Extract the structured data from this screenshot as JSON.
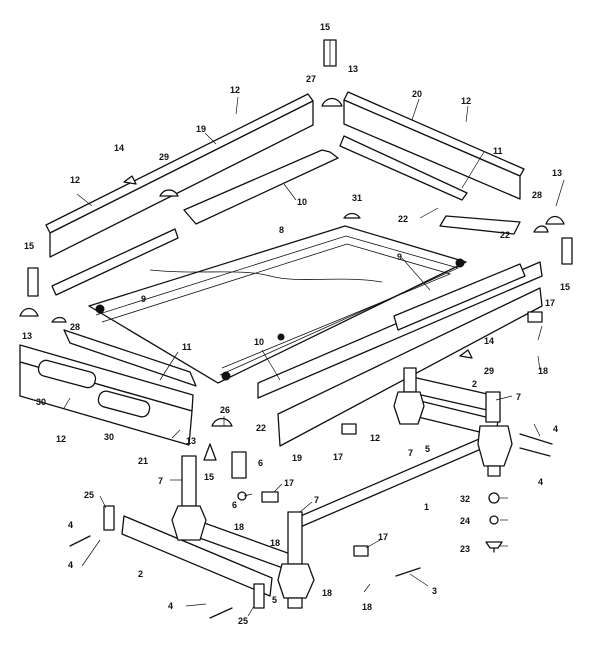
{
  "callouts": [
    {
      "id": "c15a",
      "text": "15"
    },
    {
      "id": "c13a",
      "text": "13"
    },
    {
      "id": "c27",
      "text": "27"
    },
    {
      "id": "c12a",
      "text": "12"
    },
    {
      "id": "c20",
      "text": "20"
    },
    {
      "id": "c12b",
      "text": "12"
    },
    {
      "id": "c19a",
      "text": "19"
    },
    {
      "id": "c14a",
      "text": "14"
    },
    {
      "id": "c29a",
      "text": "29"
    },
    {
      "id": "c11a",
      "text": "11"
    },
    {
      "id": "c12c",
      "text": "12"
    },
    {
      "id": "c10a",
      "text": "10"
    },
    {
      "id": "c13b",
      "text": "13"
    },
    {
      "id": "c31",
      "text": "31"
    },
    {
      "id": "c28a",
      "text": "28"
    },
    {
      "id": "c22a",
      "text": "22"
    },
    {
      "id": "c22b",
      "text": "22"
    },
    {
      "id": "c8",
      "text": "8"
    },
    {
      "id": "c15b",
      "text": "15"
    },
    {
      "id": "c9a",
      "text": "9"
    },
    {
      "id": "c15c",
      "text": "15"
    },
    {
      "id": "c9b",
      "text": "9"
    },
    {
      "id": "c17a",
      "text": "17"
    },
    {
      "id": "c28b",
      "text": "28"
    },
    {
      "id": "c13c",
      "text": "13"
    },
    {
      "id": "c11b",
      "text": "11"
    },
    {
      "id": "c10b",
      "text": "10"
    },
    {
      "id": "c14b",
      "text": "14"
    },
    {
      "id": "c18a",
      "text": "18"
    },
    {
      "id": "c29b",
      "text": "29"
    },
    {
      "id": "c2a",
      "text": "2"
    },
    {
      "id": "c7a",
      "text": "7"
    },
    {
      "id": "c30a",
      "text": "30"
    },
    {
      "id": "c12d",
      "text": "12"
    },
    {
      "id": "c30b",
      "text": "30"
    },
    {
      "id": "c26",
      "text": "26"
    },
    {
      "id": "c22c",
      "text": "22"
    },
    {
      "id": "c12e",
      "text": "12"
    },
    {
      "id": "c7b",
      "text": "7"
    },
    {
      "id": "c5a",
      "text": "5"
    },
    {
      "id": "c4a",
      "text": "4"
    },
    {
      "id": "c21",
      "text": "21"
    },
    {
      "id": "c13d",
      "text": "13"
    },
    {
      "id": "c19b",
      "text": "19"
    },
    {
      "id": "c17b",
      "text": "17"
    },
    {
      "id": "c4b",
      "text": "4"
    },
    {
      "id": "c6a",
      "text": "6"
    },
    {
      "id": "c15d",
      "text": "15"
    },
    {
      "id": "c7c",
      "text": "7"
    },
    {
      "id": "c6b",
      "text": "6"
    },
    {
      "id": "c17c",
      "text": "17"
    },
    {
      "id": "c25a",
      "text": "25"
    },
    {
      "id": "c7d",
      "text": "7"
    },
    {
      "id": "c1",
      "text": "1"
    },
    {
      "id": "c32",
      "text": "32"
    },
    {
      "id": "c18b",
      "text": "18"
    },
    {
      "id": "c18c",
      "text": "18"
    },
    {
      "id": "c24",
      "text": "24"
    },
    {
      "id": "c4c",
      "text": "4"
    },
    {
      "id": "c4d",
      "text": "4"
    },
    {
      "id": "c17d",
      "text": "17"
    },
    {
      "id": "c23",
      "text": "23"
    },
    {
      "id": "c2b",
      "text": "2"
    },
    {
      "id": "c3",
      "text": "3"
    },
    {
      "id": "c18d",
      "text": "18"
    },
    {
      "id": "c18e",
      "text": "18"
    },
    {
      "id": "c5b",
      "text": "5"
    },
    {
      "id": "c4e",
      "text": "4"
    },
    {
      "id": "c25b",
      "text": "25"
    }
  ]
}
